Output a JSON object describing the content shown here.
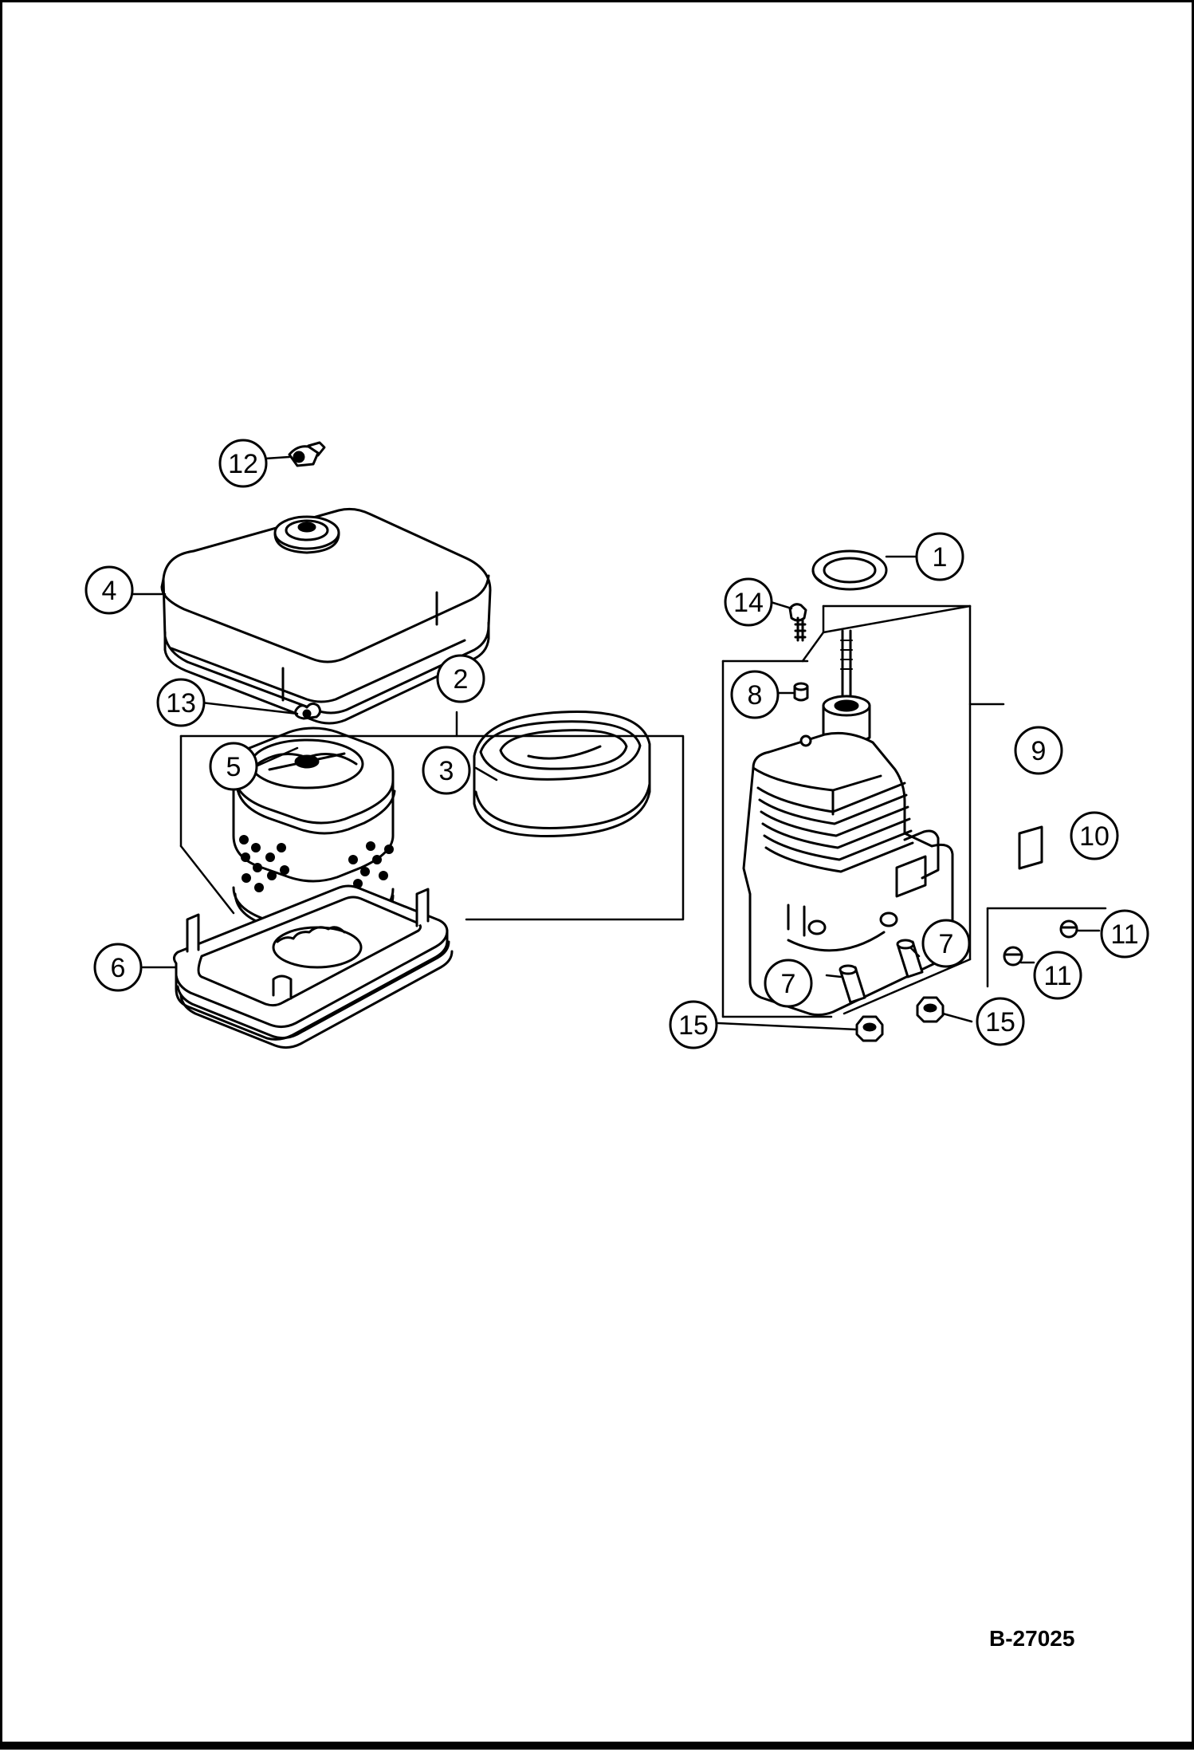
{
  "callouts": {
    "c1": "1",
    "c2": "2",
    "c3": "3",
    "c4": "4",
    "c5": "5",
    "c6": "6",
    "c7a": "7",
    "c7b": "7",
    "c8": "8",
    "c9": "9",
    "c10": "10",
    "c11a": "11",
    "c11b": "11",
    "c12": "12",
    "c13": "13",
    "c14": "14",
    "c15a": "15",
    "c15b": "15"
  },
  "drawing_number": "B-27025"
}
